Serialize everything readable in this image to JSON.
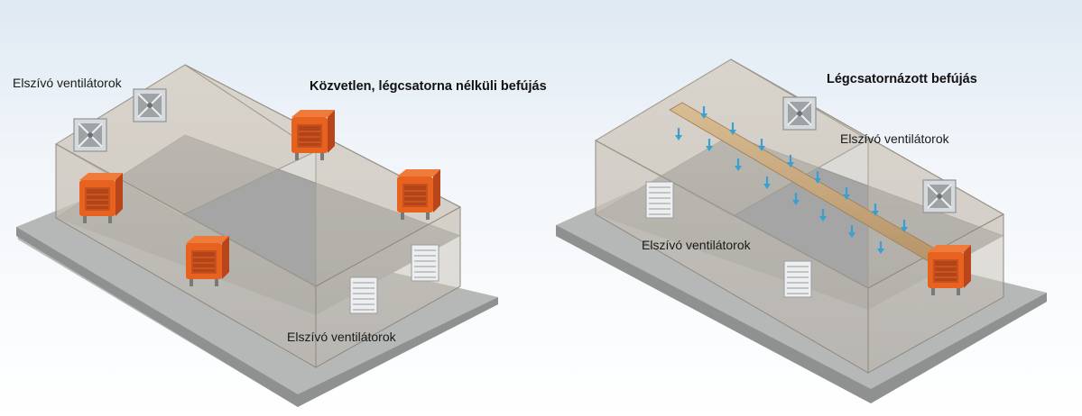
{
  "left_panel": {
    "title": "Közvetlen, légcsatorna nélküli befújás",
    "label_exhaust_top": "Elszívó ventilátorok",
    "label_exhaust_bottom": "Elszívó ventilátorok"
  },
  "right_panel": {
    "title": "Légcsatornázott befújás",
    "label_exhaust_top": "Elszívó ventilátorok",
    "label_exhaust_side": "Elszívó ventilátorok"
  },
  "colors": {
    "cooler_orange": "#e8621f",
    "cooler_dark": "#b9461a",
    "floor": "#a9aaa9",
    "slab": "#c7c8c8",
    "glass": "#c9c2b7",
    "duct": "#c5a57a",
    "airflow_arrow": "#3a9fd3",
    "exhaust_fan": "#cfd3d6"
  },
  "icons": [
    "evaporative-cooler-icon",
    "exhaust-fan-icon",
    "wall-louver-icon",
    "air-duct-icon",
    "airflow-arrow-icon"
  ]
}
